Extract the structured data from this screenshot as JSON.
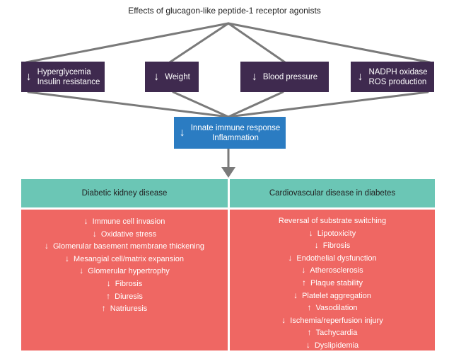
{
  "title": "Effects of glucagon-like peptide-1 receptor agonists",
  "effects": [
    {
      "dir": "↓",
      "lines": [
        "Hyperglycemia",
        "Insulin resistance"
      ]
    },
    {
      "dir": "↓",
      "lines": [
        "Weight"
      ]
    },
    {
      "dir": "↓",
      "lines": [
        "Blood pressure"
      ]
    },
    {
      "dir": "↓",
      "lines": [
        "NADPH oxidase",
        "ROS production"
      ]
    }
  ],
  "central": {
    "dir": "↓",
    "lines": [
      "Innate immune response",
      "Inflammation"
    ]
  },
  "panels": [
    {
      "header": "Diabetic kidney disease",
      "items": [
        {
          "dir": "↓",
          "text": "Immune cell invasion"
        },
        {
          "dir": "↓",
          "text": "Oxidative stress"
        },
        {
          "dir": "↓",
          "text": "Glomerular basement membrane thickening"
        },
        {
          "dir": "↓",
          "text": "Mesangial cell/matrix expansion"
        },
        {
          "dir": "↓",
          "text": "Glomerular hypertrophy"
        },
        {
          "dir": "↓",
          "text": "Fibrosis"
        },
        {
          "dir": "↑",
          "text": "Diuresis"
        },
        {
          "dir": "↑",
          "text": "Natriuresis"
        }
      ]
    },
    {
      "header": "Cardiovascular disease in diabetes",
      "items": [
        {
          "dir": "",
          "text": "Reversal of substrate switching"
        },
        {
          "dir": "↓",
          "text": "Lipotoxicity"
        },
        {
          "dir": "↓",
          "text": "Fibrosis"
        },
        {
          "dir": "↓",
          "text": "Endothelial dysfunction"
        },
        {
          "dir": "↓",
          "text": "Atherosclerosis"
        },
        {
          "dir": "↑",
          "text": "Plaque stability"
        },
        {
          "dir": "↓",
          "text": "Platelet aggregation"
        },
        {
          "dir": "↑",
          "text": "Vasodilation"
        },
        {
          "dir": "↓",
          "text": "Ischemia/reperfusion injury"
        },
        {
          "dir": "↑",
          "text": "Tachycardia"
        },
        {
          "dir": "↓",
          "text": "Dyslipidemia"
        }
      ]
    }
  ],
  "colors": {
    "effect_box": "#3f2a4f",
    "central_box": "#2b7cc2",
    "panel_header": "#6bc6b5",
    "panel_body": "#ef6763",
    "connector": "#7a7a7a"
  }
}
